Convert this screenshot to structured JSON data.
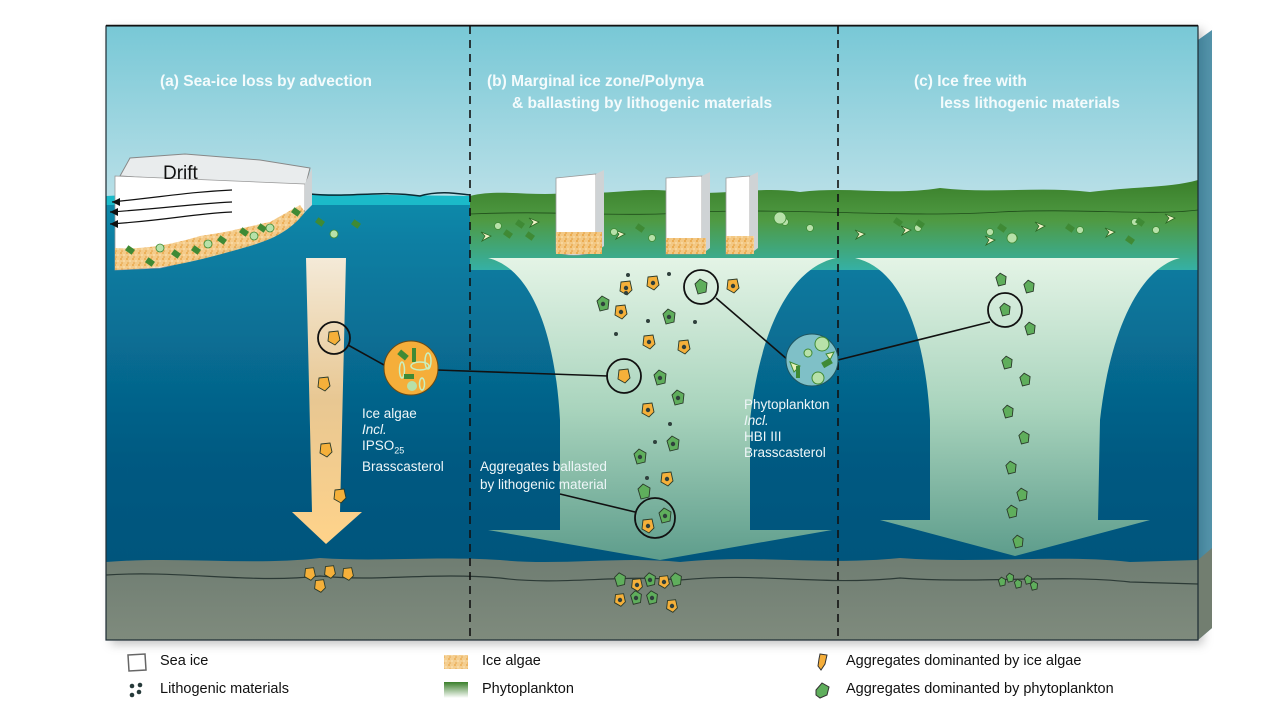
{
  "panels": [
    {
      "id": "a",
      "title_lines": [
        "(a) Sea-ice loss by advection"
      ]
    },
    {
      "id": "b",
      "title_lines": [
        "(b) Marginal ice zone/Polynya",
        "    & ballasting by lithogenic materials"
      ]
    },
    {
      "id": "c",
      "title_lines": [
        "(c) Ice free with",
        "    less lithogenic materials"
      ]
    }
  ],
  "panel_titles": {
    "a": "(a) Sea-ice loss by advection",
    "b1": "(b) Marginal ice zone/Polynya",
    "b2": "& ballasting by lithogenic materials",
    "c1": "(c) Ice free with",
    "c2": "less lithogenic materials"
  },
  "annotations": {
    "drift": "Drift",
    "ice_algae": {
      "line1": "Ice algae",
      "line2": "Incl.",
      "line3_base": "IPSO",
      "line3_sub": "25",
      "line4": "Brasscasterol"
    },
    "phytoplankton": {
      "line1": "Phytoplankton",
      "line2": "Incl.",
      "line3": "HBI III",
      "line4": "Brasscasterol"
    },
    "ballasted": {
      "line1": "Aggregates ballasted",
      "line2": "by lithogenic  material"
    }
  },
  "legend": {
    "sea_ice": "Sea ice",
    "lithogenic": "Lithogenic materials",
    "ice_algae": "Ice algae",
    "phytoplankton": "Phytoplankton",
    "agg_ice_algae": "Aggregates dominanted by ice algae",
    "agg_phyto": "Aggregates dominanted by phytoplankton"
  },
  "colors": {
    "sky_top": "#78c8d6",
    "sky_bottom": "#b4dde6",
    "ocean_surface": "#1bb8c8",
    "ocean_deep": "#04527a",
    "sediment": "#7e8a7c",
    "phyto_green": "#3f8a35",
    "ice_algae_orange": "#f5b03a",
    "aggregate_green": "#5fae5c",
    "plume_light": "#dff2e3"
  }
}
